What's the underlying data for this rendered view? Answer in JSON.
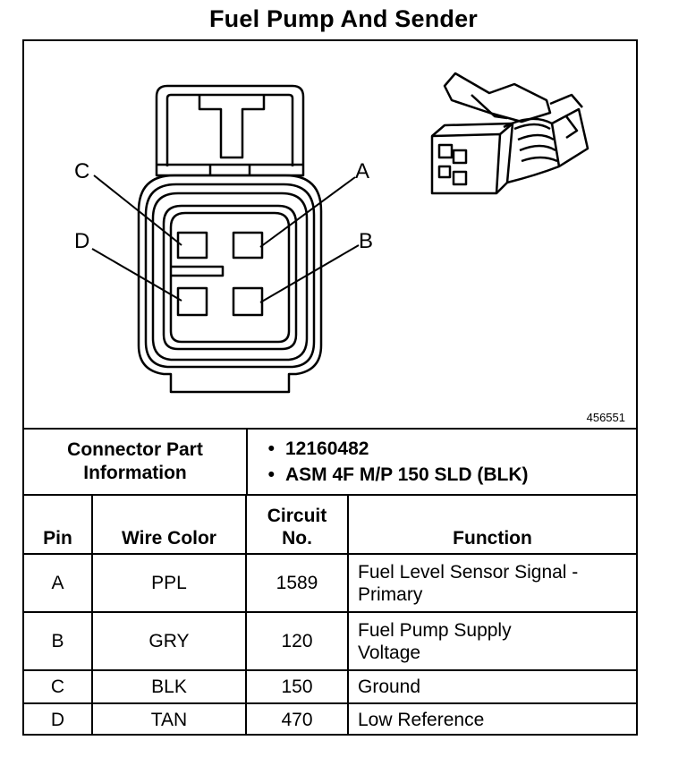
{
  "title": "Fuel Pump And Sender",
  "figure_number": "456551",
  "pin_labels": {
    "a": "A",
    "b": "B",
    "c": "C",
    "d": "D"
  },
  "connector_info": {
    "label_line1": "Connector Part",
    "label_line2": "Information",
    "items": [
      "12160482",
      "ASM 4F M/P 150 SLD (BLK)"
    ]
  },
  "table": {
    "headers": {
      "pin": "Pin",
      "wire_color": "Wire Color",
      "circuit_line1": "Circuit",
      "circuit_line2": "No.",
      "function": "Function"
    },
    "rows": [
      {
        "pin": "A",
        "wire_color": "PPL",
        "circuit": "1589",
        "function_line1": "Fuel Level Sensor Signal -",
        "function_line2": "Primary"
      },
      {
        "pin": "B",
        "wire_color": "GRY",
        "circuit": "120",
        "function_line1": "Fuel Pump Supply",
        "function_line2": "Voltage"
      },
      {
        "pin": "C",
        "wire_color": "BLK",
        "circuit": "150",
        "function_line1": "Ground",
        "function_line2": ""
      },
      {
        "pin": "D",
        "wire_color": "TAN",
        "circuit": "470",
        "function_line1": "Low Reference",
        "function_line2": ""
      }
    ]
  }
}
